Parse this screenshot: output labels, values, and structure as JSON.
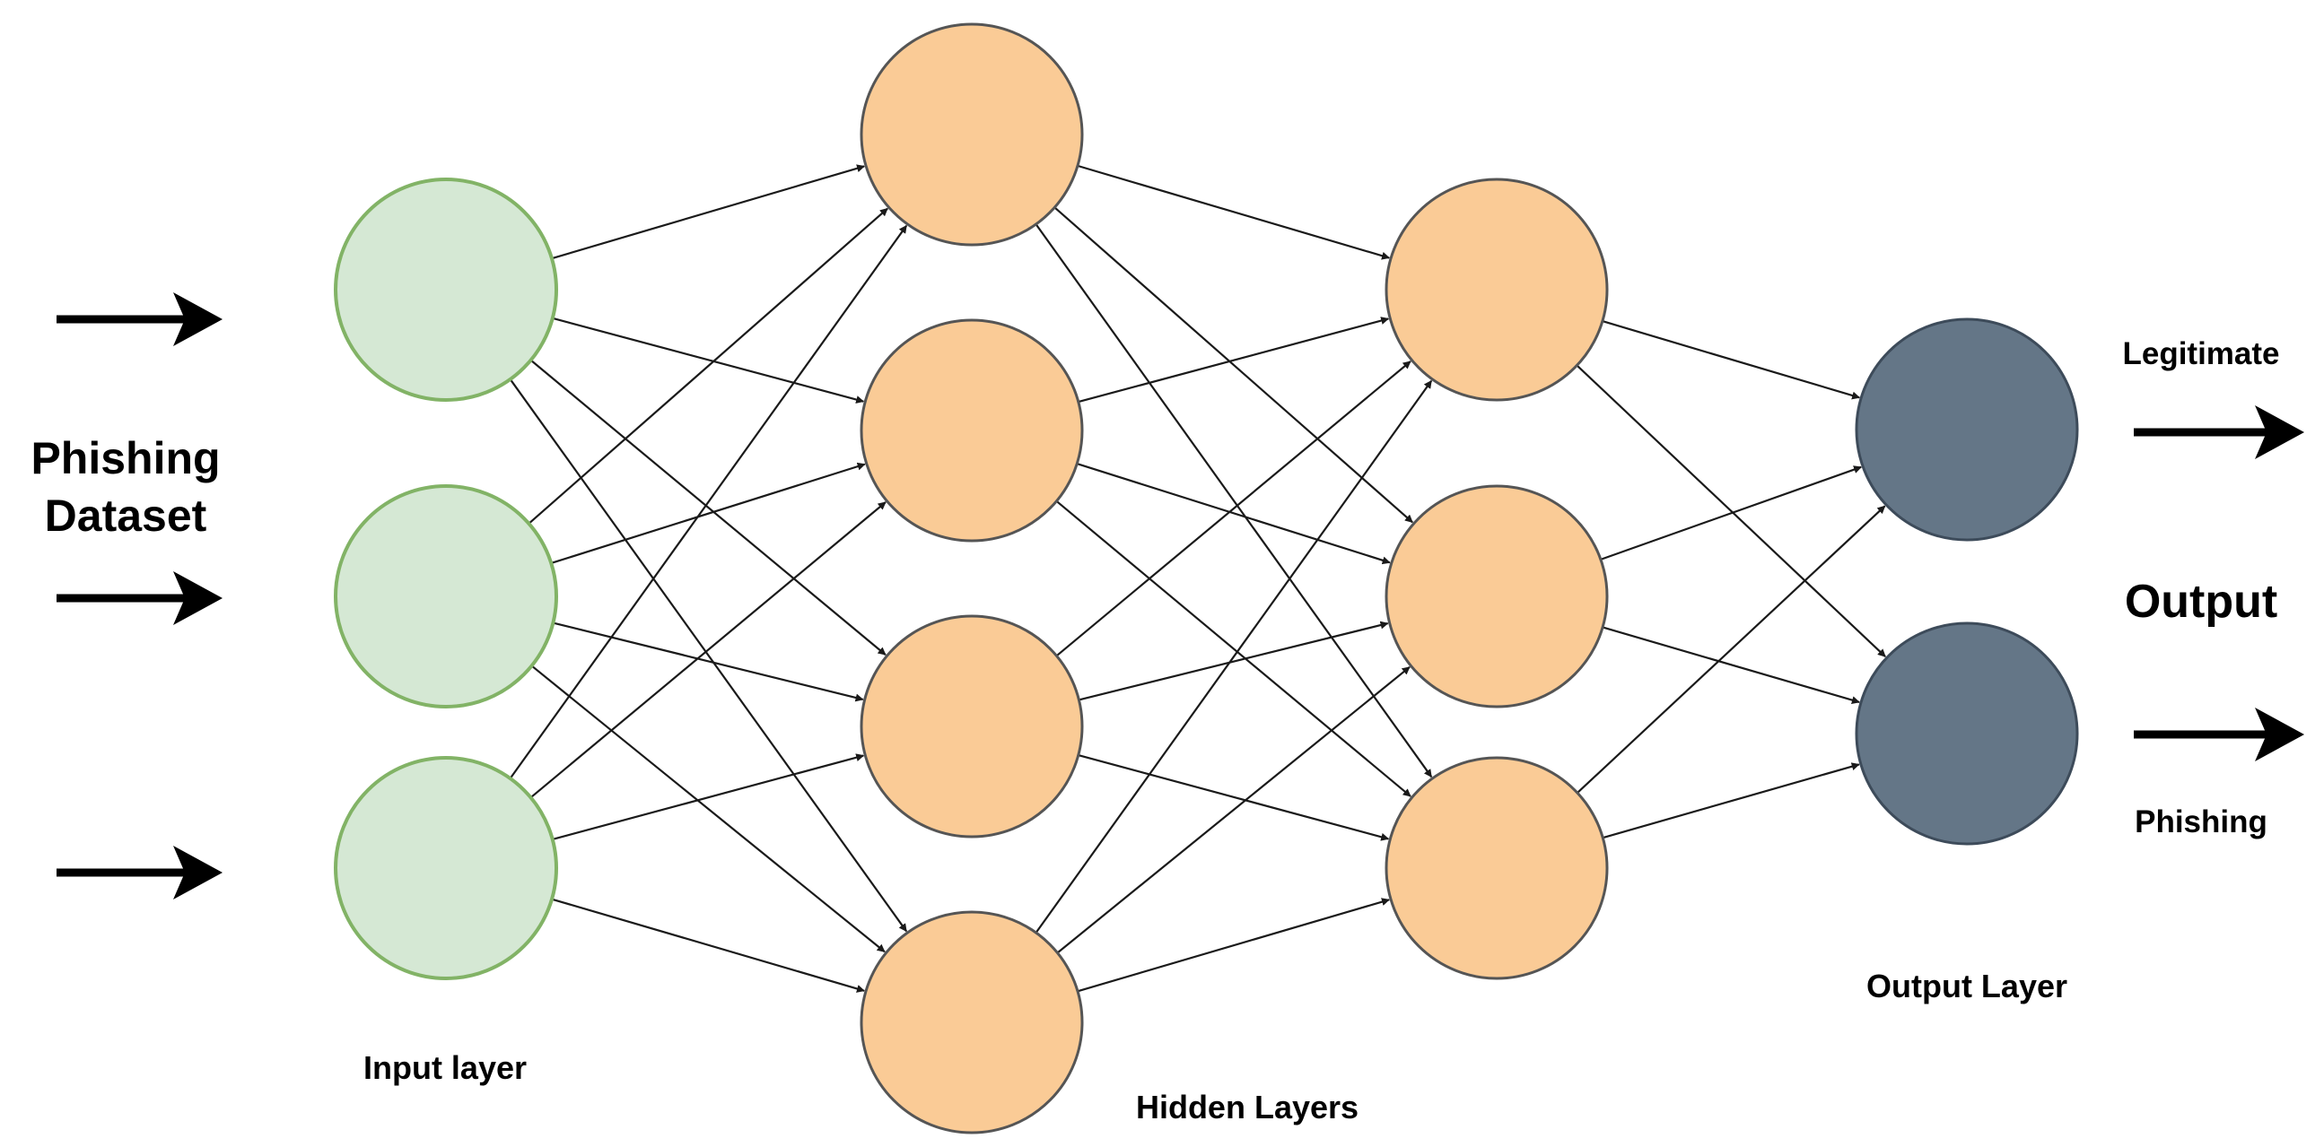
{
  "labels": {
    "dataset_line1": "Phishing",
    "dataset_line2": "Dataset",
    "input_layer": "Input layer",
    "hidden_layers": "Hidden Layers",
    "output_layer": "Output Layer",
    "output": "Output",
    "legitimate": "Legitimate",
    "phishing": "Phishing"
  },
  "layers": [
    {
      "name": "input",
      "neurons": 3
    },
    {
      "name": "hidden-1",
      "neurons": 4
    },
    {
      "name": "hidden-2",
      "neurons": 3
    },
    {
      "name": "output",
      "neurons": 2
    }
  ],
  "colors": {
    "input_fill": "#d5e8d4",
    "input_stroke": "#82b366",
    "hidden_fill": "#facb96",
    "hidden_stroke": "#555555",
    "output_fill": "#647687",
    "output_stroke": "#3d4b5a",
    "edge": "#1a1a1a",
    "arrow": "#000000"
  }
}
